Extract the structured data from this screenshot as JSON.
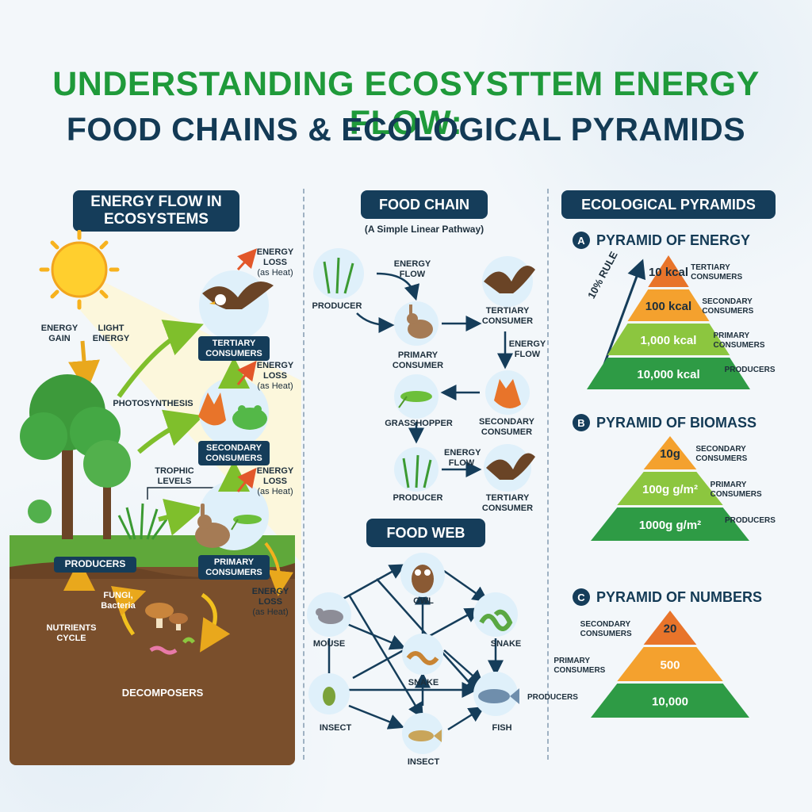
{
  "header": {
    "title_line1": "UNDERSTANDING ECOSYSTTEM ENERGY FLOW:",
    "title_line2": "FOOD CHAINS & ECOLOGICAL PYRAMIDS"
  },
  "energy_flow": {
    "banner": "ENERGY FLOW IN ECOSYSTEMS",
    "energy_gain": "ENERGY GAIN",
    "light_energy": "LIGHT ENERGY",
    "photosynthesis": "PHOTOSYNTHESIS",
    "trophic_levels": "TROPHIC LEVELS",
    "energy_loss": "ENERGY LOSS",
    "as_heat": "(as Heat)",
    "tertiary": "TERTIARY CONSUMERS",
    "secondary": "SECONDARY CONSUMERS",
    "primary": "PRIMARY CONSUMERS",
    "producers": "PRODUCERS",
    "fungi": "FUNGI, Bacteria",
    "nutrients": "NUTRIENTS CYCLE",
    "decomposers": "DECOMPOSERS"
  },
  "food_chain": {
    "banner": "FOOD CHAIN",
    "subtitle": "(A Simple Linear Pathway)",
    "energy_flow": "ENERGY FLOW",
    "producer": "PRODUCER",
    "primary_consumer": "PRIMARY CONSUMER",
    "tertiary_consumer": "TERTIARY CONSUMER",
    "grasshopper": "GRASSHOPPER",
    "secondary_consumer": "SECONDARY CONSUMER"
  },
  "food_web": {
    "banner": "FOOD WEB",
    "owl": "OWL",
    "mouse": "MOUSE",
    "snake": "SNAKE",
    "fish": "FISH",
    "insect": "INSECT"
  },
  "pyramids": {
    "banner": "ECOLOGICAL PYRAMIDS",
    "rule": "10% RULE",
    "energy": {
      "letter": "A",
      "title": "PYRAMID OF ENERGY",
      "levels": [
        "10 kcal",
        "100 kcal",
        "1,000 kcal",
        "10,000 kcal"
      ],
      "labels": [
        "TERTIARY CONSUMERS",
        "SECONDARY CONSUMERS",
        "PRIMARY CONSUMERS",
        "PRODUCERS"
      ]
    },
    "biomass": {
      "letter": "B",
      "title": "PYRAMID OF BIOMASS",
      "levels": [
        "10g",
        "100g g/m²",
        "1000g g/m²"
      ],
      "labels": [
        "SECONDARY CONSUMERS",
        "PRIMARY CONSUMERS",
        "PRODUCERS"
      ]
    },
    "numbers": {
      "letter": "C",
      "title": "PYRAMID OF NUMBERS",
      "levels": [
        "20",
        "500",
        "10,000"
      ],
      "labels": [
        "SECONDARY CONSUMERS",
        "PRIMARY CONSUMERS",
        "PRODUCERS"
      ]
    }
  },
  "colors": {
    "green_title": "#1f9a3a",
    "navy": "#153d5a",
    "orange_top": "#e8742a",
    "orange": "#f4a12e",
    "light_green": "#8cc63f",
    "green": "#2e9b45",
    "soil": "#7a4f2c"
  }
}
